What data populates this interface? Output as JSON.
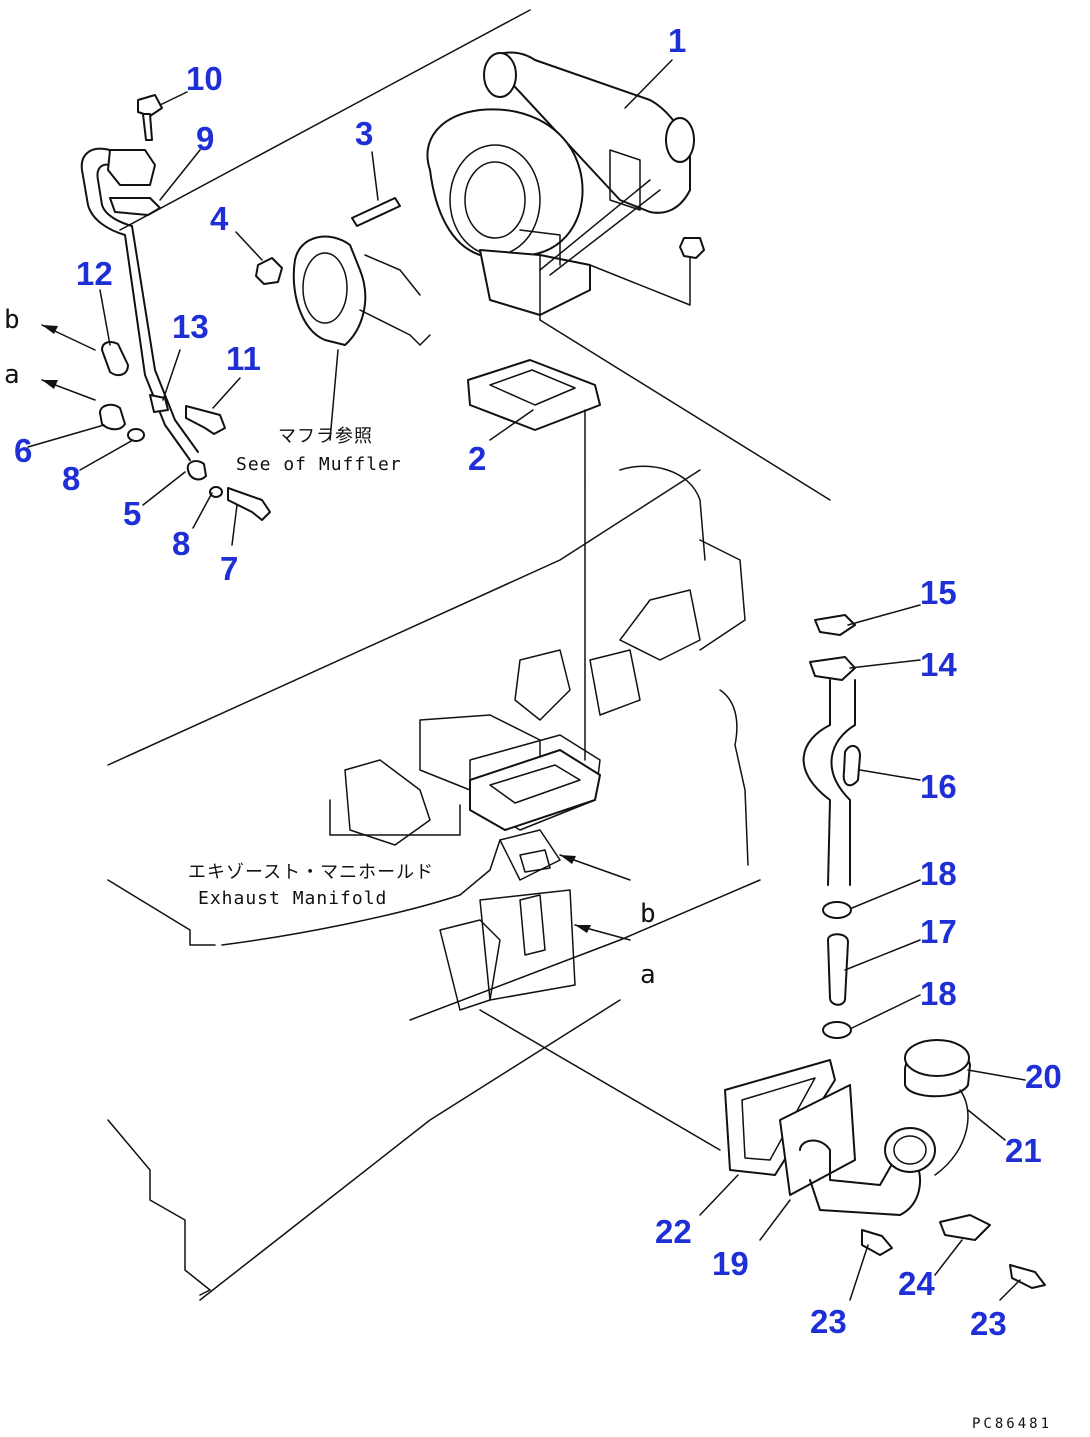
{
  "callouts": [
    "1",
    "2",
    "3",
    "4",
    "5",
    "6",
    "7",
    "8",
    "8",
    "9",
    "10",
    "11",
    "12",
    "13",
    "14",
    "15",
    "16",
    "17",
    "18",
    "18",
    "19",
    "20",
    "21",
    "22",
    "23",
    "23",
    "24"
  ],
  "arrow_letters": [
    "b",
    "a",
    "b",
    "a"
  ],
  "notes": {
    "muffler_ja": "マフラ参照",
    "muffler_en": "See of Muffler",
    "manifold_ja": "エキゾースト・マニホールド",
    "manifold_en": "Exhaust Manifold"
  },
  "drawing_code": "PC86481",
  "colors": {
    "callout": "#1f2fd6",
    "line": "#111111",
    "background": "#ffffff"
  }
}
